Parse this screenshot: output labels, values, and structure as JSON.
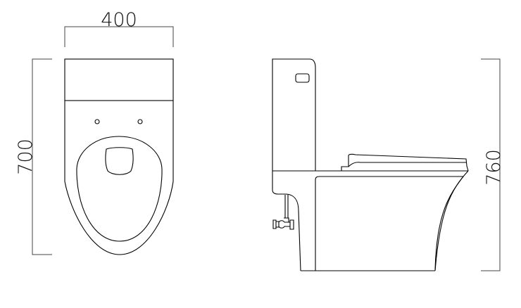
{
  "dimensions": {
    "width_top_view": "400",
    "depth_top_view": "700",
    "height_side_view": "760"
  }
}
